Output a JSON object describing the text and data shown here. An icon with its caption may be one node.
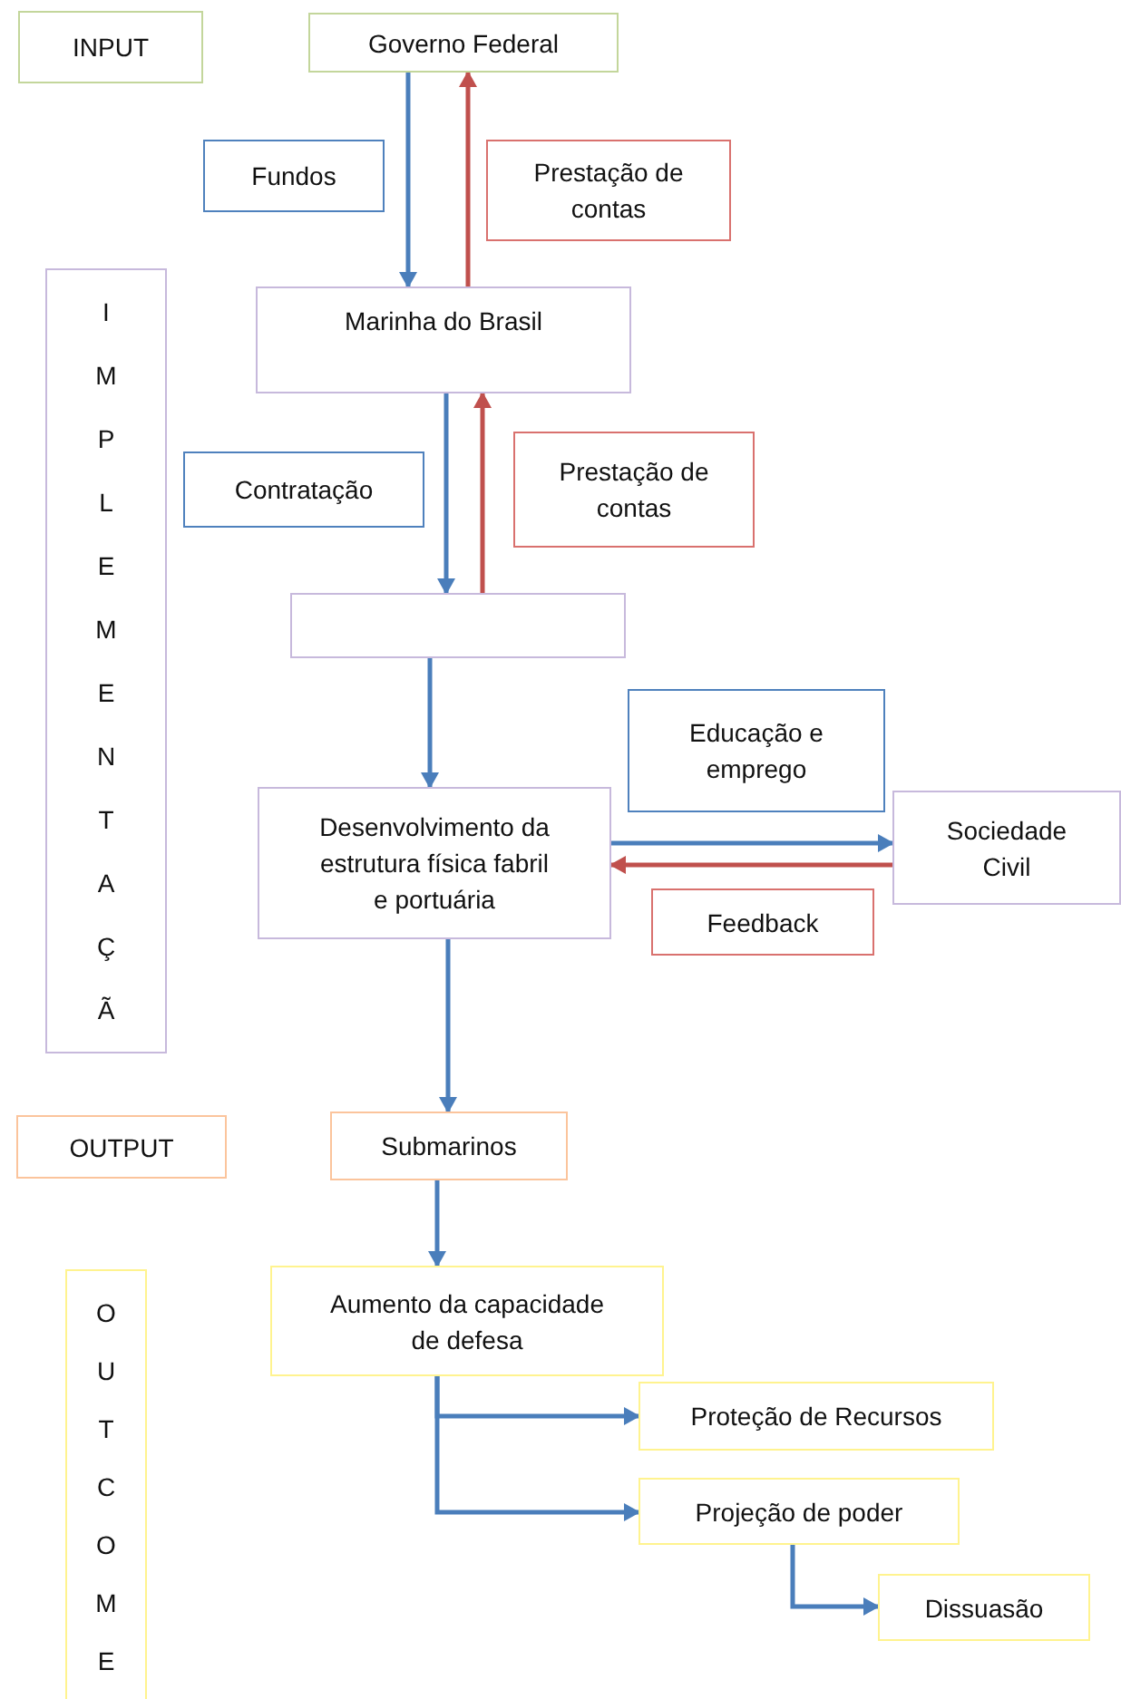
{
  "diagram": {
    "nodes": [
      {
        "text": [
          "INPUT"
        ]
      },
      {
        "text": [
          "Governo Federal"
        ]
      },
      {
        "text": [
          "Fundos"
        ]
      },
      {
        "text": [
          "Prestação de contas"
        ]
      },
      {
        "text": [
          "IMPLEMENTAÇÃ"
        ]
      },
      {
        "text": [
          "Marinha do Brasil"
        ]
      },
      {
        "text": [
          "Contratação"
        ]
      },
      {
        "text": [
          "Prestação de contas"
        ]
      },
      {
        "text": [],
        "shape": "box"
      },
      {
        "text": [
          "Educação e emprego"
        ]
      },
      {
        "text": [
          "Desenvolvimento da estrutura física fabril e portuária"
        ]
      },
      {
        "text": [
          "Sociedade Civil"
        ]
      },
      {
        "text": [
          "Feedback"
        ]
      },
      {
        "text": [
          "OUTPUT"
        ]
      },
      {
        "text": [
          "Submarinos"
        ]
      },
      {
        "text": [
          "OUTCOME"
        ]
      },
      {
        "text": [
          "Aumento da capacidade de defesa"
        ]
      },
      {
        "text": [
          "Proteção de Recursos"
        ]
      },
      {
        "text": [
          "Projeção de poder"
        ]
      },
      {
        "text": [
          "Dissuasão"
        ]
      }
    ],
    "edges": [
      {
        "from": 1,
        "to": 5,
        "arrow": "to"
      },
      {
        "from": 5,
        "to": 1,
        "arrow": "to",
        "color": "#c0504d"
      },
      {
        "from": 5,
        "to": 8,
        "arrow": "to"
      },
      {
        "from": 8,
        "to": 5,
        "arrow": "to",
        "color": "#c0504d"
      },
      {
        "from": 8,
        "to": 10,
        "arrow": "to"
      },
      {
        "from": 10,
        "to": 11,
        "arrow": "to"
      },
      {
        "from": 11,
        "to": 10,
        "arrow": "to",
        "color": "#c0504d"
      },
      {
        "from": 10,
        "to": 14,
        "arrow": "to"
      },
      {
        "from": 14,
        "to": 16,
        "arrow": "to"
      },
      {
        "from": 16,
        "to": 17,
        "arrow": "to"
      },
      {
        "from": 16,
        "to": 18,
        "arrow": "to"
      },
      {
        "from": 18,
        "to": 19,
        "arrow": "to"
      }
    ]
  }
}
